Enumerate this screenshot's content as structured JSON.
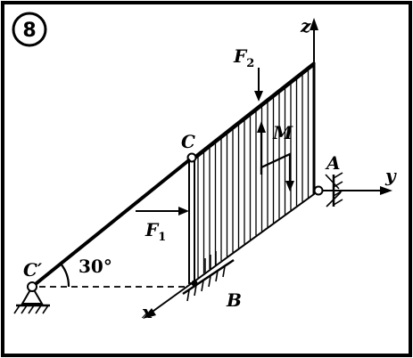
{
  "problem_number": "8",
  "labels": {
    "z": "z",
    "y": "y",
    "x": "x",
    "A": "A",
    "B": "B",
    "C": "C",
    "C_prime": "C′",
    "M": "M",
    "F1": "F",
    "F1_sub": "1",
    "F2": "F",
    "F2_sub": "2",
    "angle": "30°"
  }
}
